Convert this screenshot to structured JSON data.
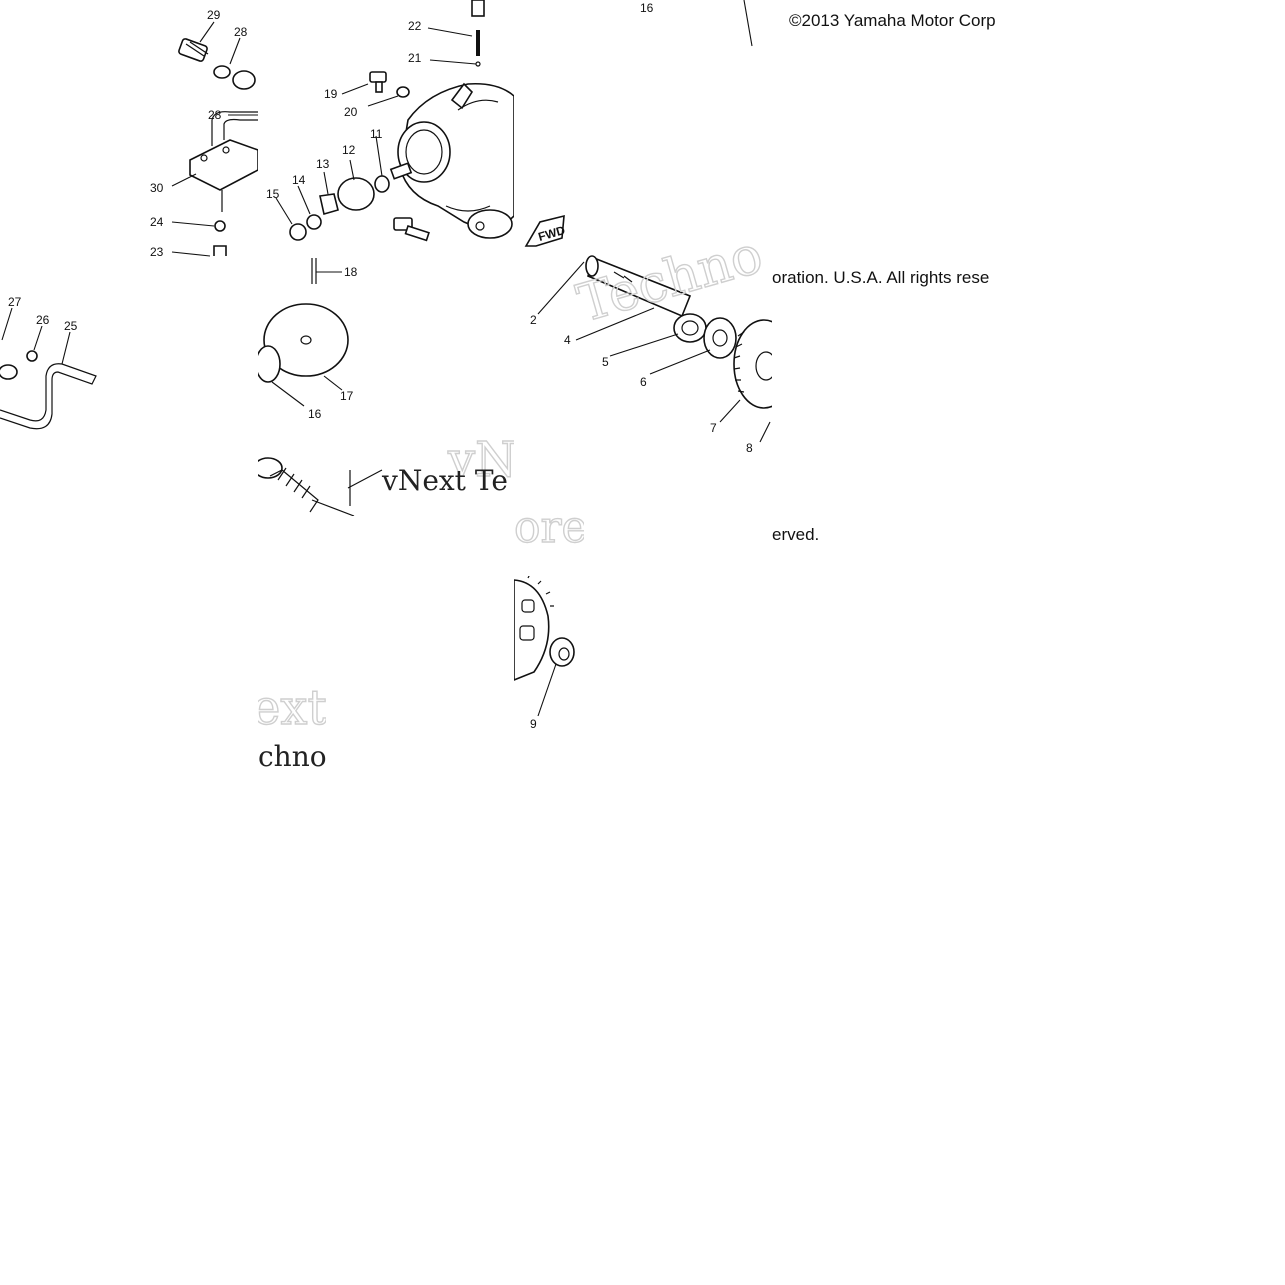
{
  "copyright": {
    "line1": "©2013 Yamaha Motor Corp",
    "line2": "oration. U.S.A. All rights rese",
    "line3": "erved."
  },
  "watermark": {
    "techno_fragment_1": "Techno",
    "next_fragment": "vNext Te",
    "ne_fragment": "vNe",
    "ext_fragment": "ext",
    "chno_fragment": "chno",
    "ore_fragment": "ore"
  },
  "callouts": {
    "left_tile": [
      "29",
      "28",
      "28",
      "30",
      "24",
      "23",
      "27",
      "26",
      "25"
    ],
    "center_tile": [
      "22",
      "21",
      "19",
      "20",
      "13",
      "12",
      "11",
      "14",
      "15",
      "18",
      "17",
      "16"
    ],
    "right_tile": [
      "2",
      "4",
      "5",
      "6",
      "7",
      "8"
    ],
    "top_right": [
      "16"
    ],
    "lower_tile": [
      "9"
    ],
    "fwd_tag": "FWD"
  }
}
